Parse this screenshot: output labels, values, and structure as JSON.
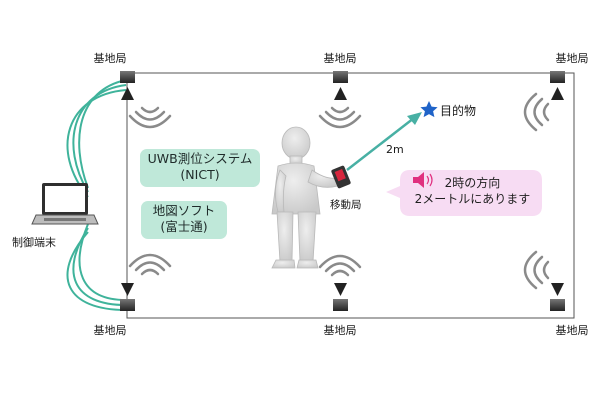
{
  "base_station_label": "基地局",
  "control_terminal_label": "制御端末",
  "mobile_station_label": "移動局",
  "target_label": "目的物",
  "distance_label": "2m",
  "uwb_system": {
    "line1": "UWB測位システム",
    "line2": "(NICT)"
  },
  "map_software": {
    "line1": "地図ソフト",
    "line2": "(富士通)"
  },
  "announcement": {
    "line1": "2時の方向",
    "line2": "2メートルにあります"
  },
  "colors": {
    "cable": "#3fb39b",
    "pill_bg": "#bfe8d9",
    "bubble_bg": "#f7dcf3",
    "speaker": "#e0307f",
    "arrow": "#48b0a4",
    "star": "#1f63c8"
  }
}
